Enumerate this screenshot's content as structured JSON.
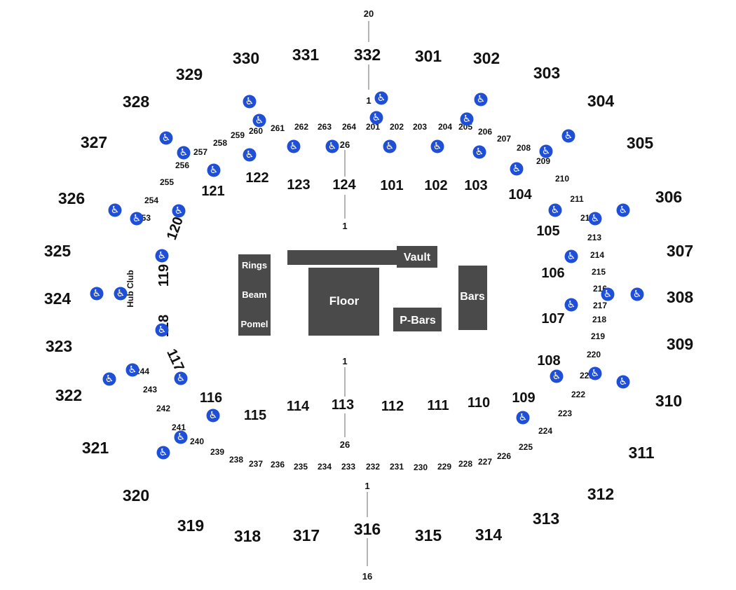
{
  "colors": {
    "apparatus": "#4a4a4a",
    "accessible": "#1f4fd6",
    "text": "#111111",
    "line": "#9a9a9a"
  },
  "icon": "wheelchair-icon",
  "hub_club": "Hub Club",
  "row_refs": {
    "north_top": "20",
    "south_bottom": "16",
    "north_mid": "1",
    "south_mid": "1",
    "floor_north_row": "26",
    "floor_north_one": "1",
    "floor_south_one": "1",
    "floor_south_row": "26"
  },
  "apparatus": {
    "rings": "Rings",
    "beam": "Beam",
    "pomel": "Pomel",
    "floor": "Floor",
    "vault": "Vault",
    "bars": "Bars",
    "pbars": "P-Bars"
  },
  "sections_300": [
    "301",
    "302",
    "303",
    "304",
    "305",
    "306",
    "307",
    "308",
    "309",
    "310",
    "311",
    "312",
    "313",
    "314",
    "315",
    "316",
    "317",
    "318",
    "319",
    "320",
    "321",
    "322",
    "323",
    "324",
    "325",
    "326",
    "327",
    "328",
    "329",
    "330",
    "331",
    "332"
  ],
  "sections_100": [
    "101",
    "102",
    "103",
    "104",
    "105",
    "106",
    "107",
    "108",
    "109",
    "110",
    "111",
    "112",
    "113",
    "114",
    "115",
    "116",
    "117",
    "118",
    "119",
    "120",
    "121",
    "122",
    "123",
    "124"
  ],
  "sections_200": [
    "201",
    "202",
    "203",
    "204",
    "205",
    "206",
    "207",
    "208",
    "209",
    "210",
    "211",
    "212",
    "213",
    "214",
    "215",
    "216",
    "217",
    "218",
    "219",
    "220",
    "221",
    "222",
    "223",
    "224",
    "225",
    "226",
    "227",
    "228",
    "229",
    "230",
    "231",
    "232",
    "233",
    "234",
    "235",
    "236",
    "237",
    "238",
    "239",
    "240",
    "241",
    "242",
    "243",
    "244",
    "253",
    "254",
    "255",
    "256",
    "257",
    "258",
    "259",
    "260",
    "261",
    "262",
    "263",
    "264"
  ],
  "accessible_spots": 42
}
